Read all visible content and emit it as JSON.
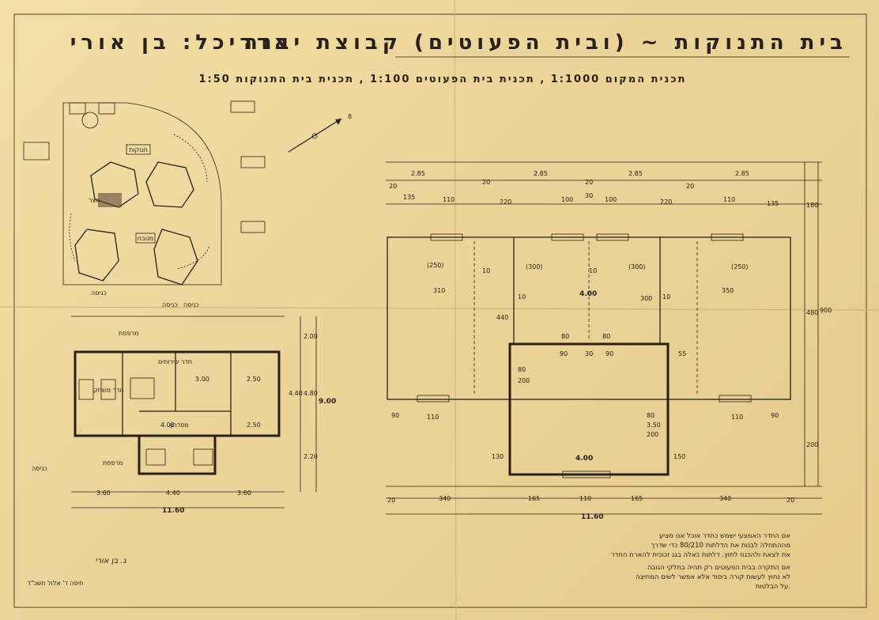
{
  "header": {
    "title_left": "אדריכל: בן אורי",
    "title_right": "בית התנוקות ~ (ובית הפעוטים) קבוצת יבנה",
    "subtitle": "תכנית המקום 1:1000 , תכנית בית הפעוטים 1:100 , תכנית בית התנוקות 1:50",
    "scale_small": "1:50"
  },
  "site_plan": {
    "label_top": "תנוקות",
    "label_center": "חצר",
    "label_mid": "מטבח"
  },
  "small_plan": {
    "labels": {
      "entry1": "כניסה",
      "entry2": "כניסה",
      "entry3": "כניסה",
      "entry4": "כניסה",
      "porch_top": "מרפסת",
      "porch_bottom": "מרפסת",
      "room_service": "חדר שירותים",
      "room_play": "חדר משחק",
      "corridor": "מסדרון"
    },
    "dims": {
      "top_a": "2.00",
      "mid_a": "3.00",
      "mid_b": "2.50",
      "mid_c": "2.50",
      "mid_d": "4.00",
      "side_a": "4.40",
      "side_b": "4.80",
      "side_c": "9.00",
      "side_d": "2.20",
      "bot_a": "3.60",
      "bot_b": "4.40",
      "bot_c": "3.60",
      "total": "11.60"
    }
  },
  "large_plan": {
    "dims_top": [
      "2.85",
      "2.85",
      "2.85",
      "2.85"
    ],
    "dims_row2": [
      "135",
      "110",
      "220",
      "100",
      "30",
      "100",
      "220",
      "110",
      "135"
    ],
    "dims_rooms": [
      "(250)",
      "(300)",
      "(300)",
      "(250)"
    ],
    "dims_rooms2": [
      "310",
      "4.00",
      "350"
    ],
    "dims_small": [
      "20",
      "20",
      "20",
      "20",
      "10",
      "10",
      "10",
      "10",
      "80",
      "80",
      "80",
      "90",
      "30",
      "90",
      "55",
      "200"
    ],
    "dims_side": [
      "180",
      "480",
      "900",
      "440",
      "200",
      "300",
      "130",
      "150"
    ],
    "dims_inner": [
      "4.00",
      "3.50",
      "80",
      "200",
      "90",
      "110",
      "110",
      "90"
    ],
    "dims_bottom": [
      "20",
      "340",
      "165",
      "110",
      "165",
      "340",
      "20"
    ],
    "total": "11.60"
  },
  "notes": {
    "n1_a": "אם החדר האמצעי ישמש כחדר אוכל אנו מציע",
    "n1_b": "מההתחלה לבנות את הדלתות 80/210 כדי שדרך",
    "n1_c": "את לצאת ולהכנס לחוץ. דלתות כאלה בגג זכוכית להארת החדר",
    "n2_a": "אם התקרה בבית הפעוטים רק תהיה בחלקי הגובה",
    "n2_b": "לא נחוץ לעשות קורה ביסוד אלא אפשר לשים המחיצה",
    "n2_c": "על הבלטות."
  },
  "signature": {
    "name": "ג. בן אורי",
    "location": "חיפה ד' אלול תשכ\"ד"
  },
  "north_label": "8"
}
